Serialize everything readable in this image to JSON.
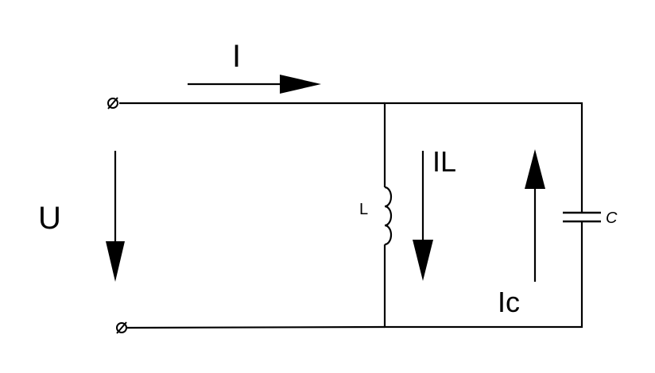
{
  "labels": {
    "current_total": "I",
    "voltage": "U",
    "current_inductor": "IL",
    "current_capacitor": "Ic",
    "inductor": "L",
    "capacitor": "C"
  },
  "colors": {
    "background": "#ffffff",
    "ink": "#000000"
  },
  "components": [
    {
      "type": "terminal",
      "symbol": "⌀"
    },
    {
      "type": "terminal",
      "symbol": "⌀"
    },
    {
      "type": "inductor",
      "label_key": "inductor"
    },
    {
      "type": "capacitor",
      "label_key": "capacitor"
    }
  ]
}
